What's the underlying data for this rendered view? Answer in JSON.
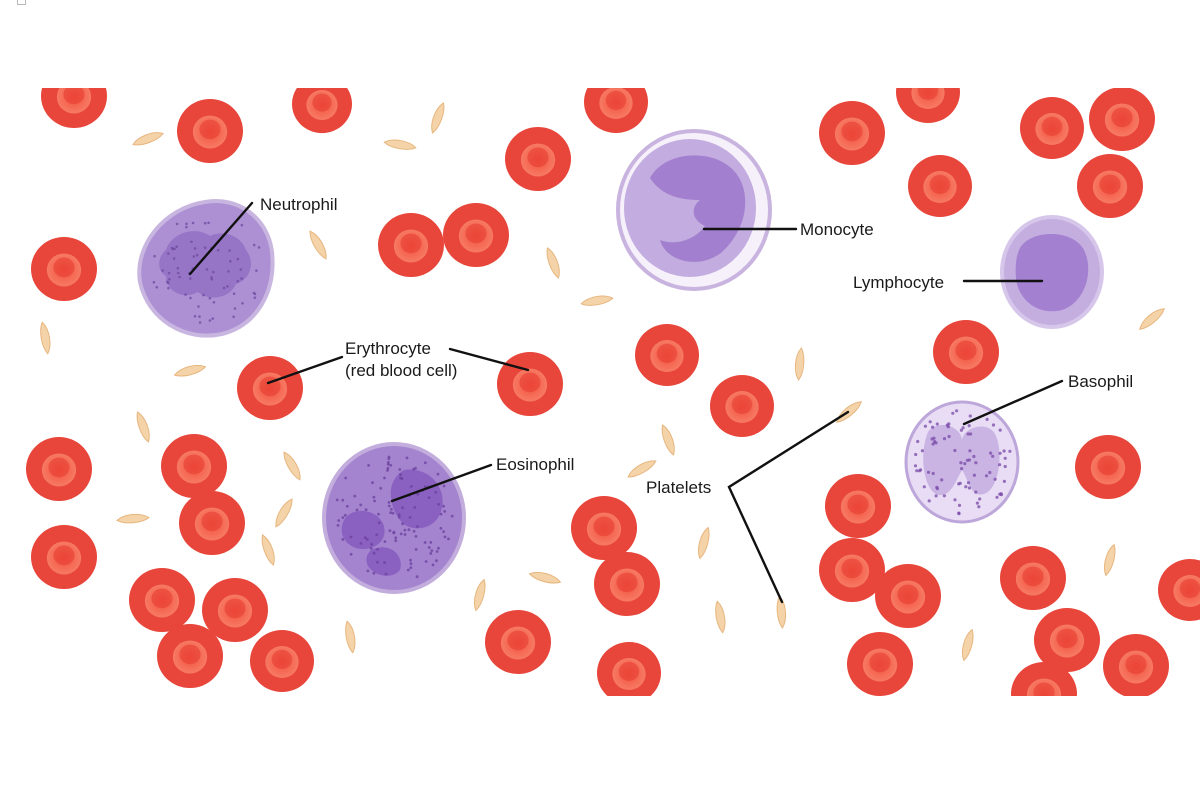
{
  "colors": {
    "rbc_outer": "#e8453b",
    "rbc_center": "#f76a55",
    "platelet": "#f4d3a9",
    "platelet_edge": "#e7b67f",
    "cell_membrane": "#c9b5dc",
    "cytoplasm": "#a98bd3",
    "nucleus": "#8f66c4",
    "granules": "#7a4aa8",
    "leader_line": "#111111"
  },
  "labels": {
    "neutrophil": "Neutrophil",
    "monocyte": "Monocyte",
    "lymphocyte": "Lymphocyte",
    "erythrocyte_line1": "Erythrocyte",
    "erythrocyte_line2": "(red blood cell)",
    "eosinophil": "Eosinophil",
    "basophil": "Basophil",
    "platelets": "Platelets"
  },
  "icons": {
    "erythrocyte": "red-blood-cell-disc",
    "platelet": "platelet-sliver",
    "neutrophil": "multilobed-nucleus-cell",
    "monocyte": "kidney-nucleus-cell",
    "lymphocyte": "large-nucleus-cell",
    "eosinophil": "bilobed-granular-cell",
    "basophil": "dense-granule-cell"
  }
}
